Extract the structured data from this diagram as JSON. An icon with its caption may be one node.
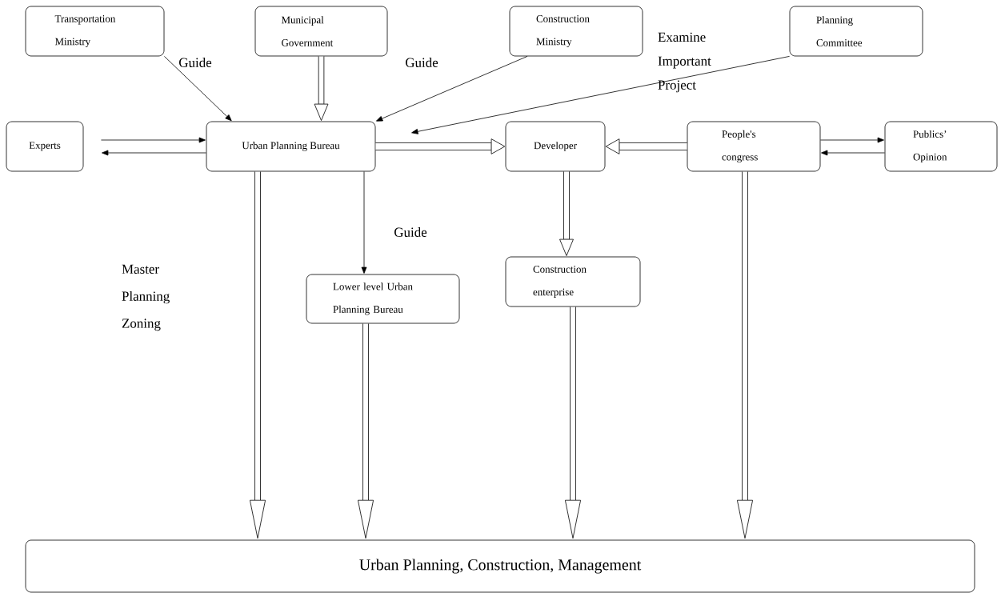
{
  "diagram": {
    "nodes": [
      {
        "text": [
          "Transportation Ministry"
        ]
      },
      {
        "text": [
          "Municipal Government"
        ]
      },
      {
        "text": [
          "Construction Ministry"
        ]
      },
      {
        "text": [
          "Planning Committee"
        ]
      },
      {
        "text": [
          "Experts"
        ]
      },
      {
        "text": [
          "Urban Planning Bureau"
        ]
      },
      {
        "text": [
          "Developer"
        ]
      },
      {
        "text": [
          "People's congress"
        ]
      },
      {
        "text": [
          "Publics’ Opinion"
        ]
      },
      {
        "text": [
          "Lower level Urban Planning Bureau"
        ]
      },
      {
        "text": [
          "Construction enterprise"
        ]
      },
      {
        "text": [
          "Urban Planning, Construction, Management"
        ]
      }
    ],
    "edges": [
      {
        "from": 0,
        "to": 5,
        "arrow": "to",
        "label": "Guide"
      },
      {
        "from": 1,
        "to": 5,
        "arrow": "to",
        "style": "thick"
      },
      {
        "from": 2,
        "to": 5,
        "arrow": "to",
        "label": "Guide"
      },
      {
        "from": 3,
        "to": 5,
        "arrow": "to",
        "label": "Examine Important Project"
      },
      {
        "from": 4,
        "to": 5,
        "arrow": "to"
      },
      {
        "from": 5,
        "to": 4,
        "arrow": "to"
      },
      {
        "from": 5,
        "to": 6,
        "arrow": "to",
        "style": "thick"
      },
      {
        "from": 7,
        "to": 6,
        "arrow": "to",
        "style": "thick"
      },
      {
        "from": 7,
        "to": 8,
        "arrow": "to"
      },
      {
        "from": 8,
        "to": 7,
        "arrow": "to"
      },
      {
        "from": 5,
        "to": 9,
        "arrow": "to",
        "label": "Guide"
      },
      {
        "from": 6,
        "to": 10,
        "arrow": "to",
        "style": "thick"
      },
      {
        "from": 5,
        "to": 11,
        "arrow": "to",
        "style": "thick"
      },
      {
        "from": 9,
        "to": 11,
        "arrow": "to",
        "style": "thick"
      },
      {
        "from": 10,
        "to": 11,
        "arrow": "to",
        "style": "thick"
      },
      {
        "from": 7,
        "to": 11,
        "arrow": "to",
        "style": "thick"
      }
    ],
    "labels": [
      "Master Planning Zoning"
    ]
  }
}
